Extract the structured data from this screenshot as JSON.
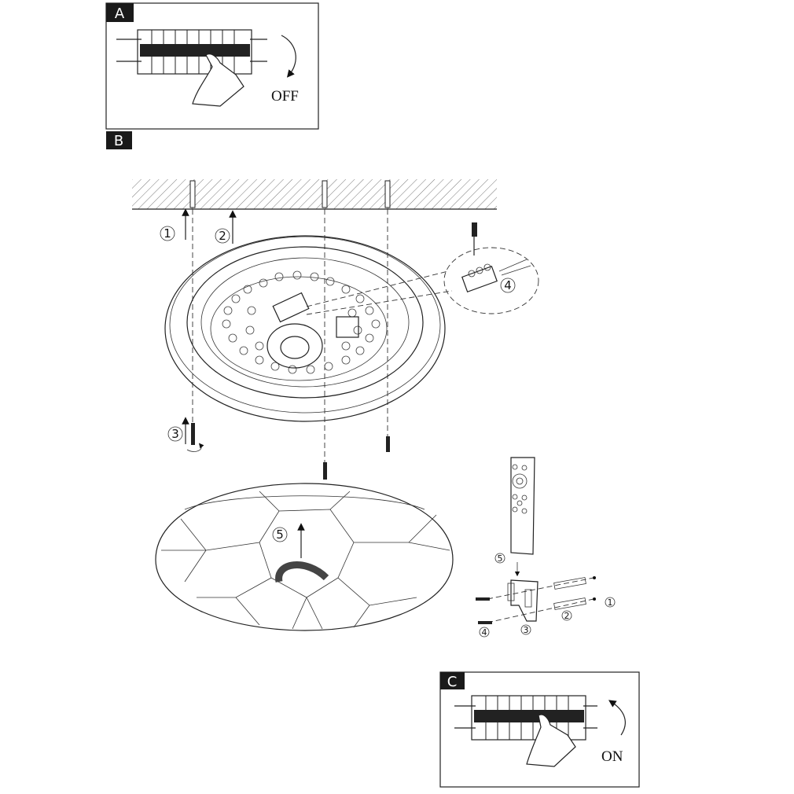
{
  "panel_a": {
    "label": "A",
    "action_text": "OFF"
  },
  "panel_b": {
    "label": "B",
    "steps": {
      "s1": "1",
      "s2": "2",
      "s3": "3",
      "s4": "4",
      "s5": "5"
    }
  },
  "remote_mount": {
    "steps": {
      "s5": "5",
      "s1": "1",
      "s2": "2",
      "s3": "3",
      "s4": "4"
    }
  },
  "panel_c": {
    "label": "C",
    "action_text": "ON"
  },
  "colors": {
    "line": "#222222",
    "badge": "#1a1a1a",
    "background": "#ffffff"
  }
}
